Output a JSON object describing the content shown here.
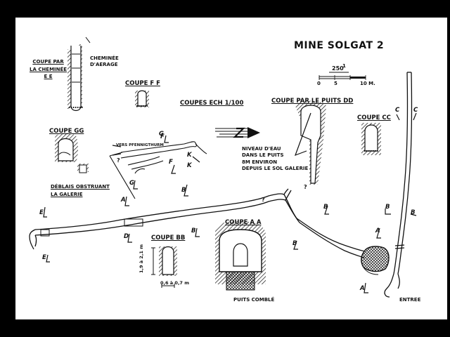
{
  "title": "MINE SOLGAT 2",
  "scale": {
    "fraction_numerator": "1",
    "fraction_denominator": "250",
    "ticks": [
      "0",
      "5",
      "10 M."
    ]
  },
  "sections_scale": "COUPES ECH 1/100",
  "sections": {
    "chimney": "COUPE PAR\nLA CHEMINÉE\nE E",
    "chimney_note": "CHEMINÉE\nD'AERAGE",
    "ff": "COUPE F F",
    "gg": "COUPE GG",
    "bb": "COUPE BB",
    "aa": "COUPE A A",
    "cc": "COUPE CC",
    "dd": "COUPE PAR LE PUITS DD"
  },
  "notes": {
    "water": "NIVEAU D'EAU\nDANS LE PUITS\n8M ENVIRON\nDEPUIS LE SOL GALERIE",
    "rubble": "DÉBLAIS OBSTRUANT\nLA GALERIE",
    "shaft_filled": "PUITS COMBLÉ",
    "towards": "VERS PFENNIGTHURM",
    "entrance": "ENTREE",
    "bb_height": "1,9 à 2,1 m",
    "bb_width": "0,6 à 0,7 m"
  },
  "section_marks": [
    "A",
    "A",
    "B",
    "B",
    "B",
    "B",
    "C",
    "C",
    "D",
    "D",
    "E",
    "E",
    "F",
    "F",
    "G",
    "G",
    "K",
    "K"
  ],
  "misc": {
    "question": "?"
  },
  "colors": {
    "paper": "#ffffff",
    "ink": "#111111",
    "frame": "#000000"
  }
}
